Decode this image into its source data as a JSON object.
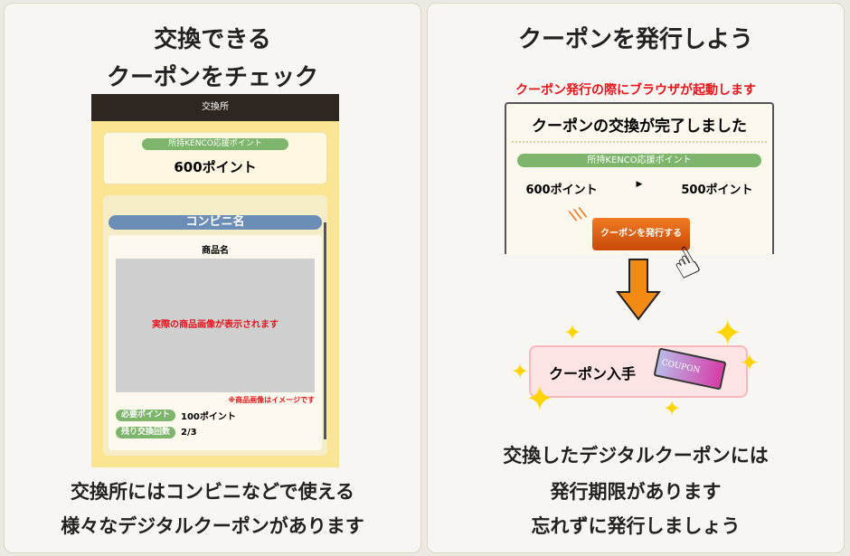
{
  "left": {
    "title_line1": "交換できる",
    "title_line2": "クーポンをチェック",
    "phone": {
      "header": "交換所",
      "points_label": "所持KENCO応援ポイント",
      "points_value": "600ポイント",
      "store_name": "コンビニ名",
      "product_name": "商品名",
      "image_placeholder": "実際の商品画像が表示されます",
      "image_note": "※商品画像はイメージです",
      "required_label": "必要ポイント",
      "required_value": "100ポイント",
      "remaining_label": "残り交換回数",
      "remaining_value": "2/3"
    },
    "caption_line1": "交換所にはコンビニなどで使える",
    "caption_line2": "様々なデジタルクーポンがあります"
  },
  "right": {
    "title": "クーポンを発行しよう",
    "notice": "クーポン発行の際にブラウザが起動します",
    "mock": {
      "heading": "クーポンの交換が完了しました",
      "points_label": "所持KENCO応援ポイント",
      "before": "600ポイント",
      "after": "500ポイント",
      "issue_button": "クーポンを発行する"
    },
    "coupon_label": "クーポン入手",
    "coupon_ticket": "COUPON",
    "caption_line1": "交換したデジタルクーポンには",
    "caption_line2": "発行期限があります",
    "caption_line3": "忘れずに発行しましょう"
  },
  "colors": {
    "accent_orange": "#f07a22",
    "notice_red": "#e8141b",
    "pill_green": "#7eb56c",
    "store_blue": "#6b8db6"
  }
}
